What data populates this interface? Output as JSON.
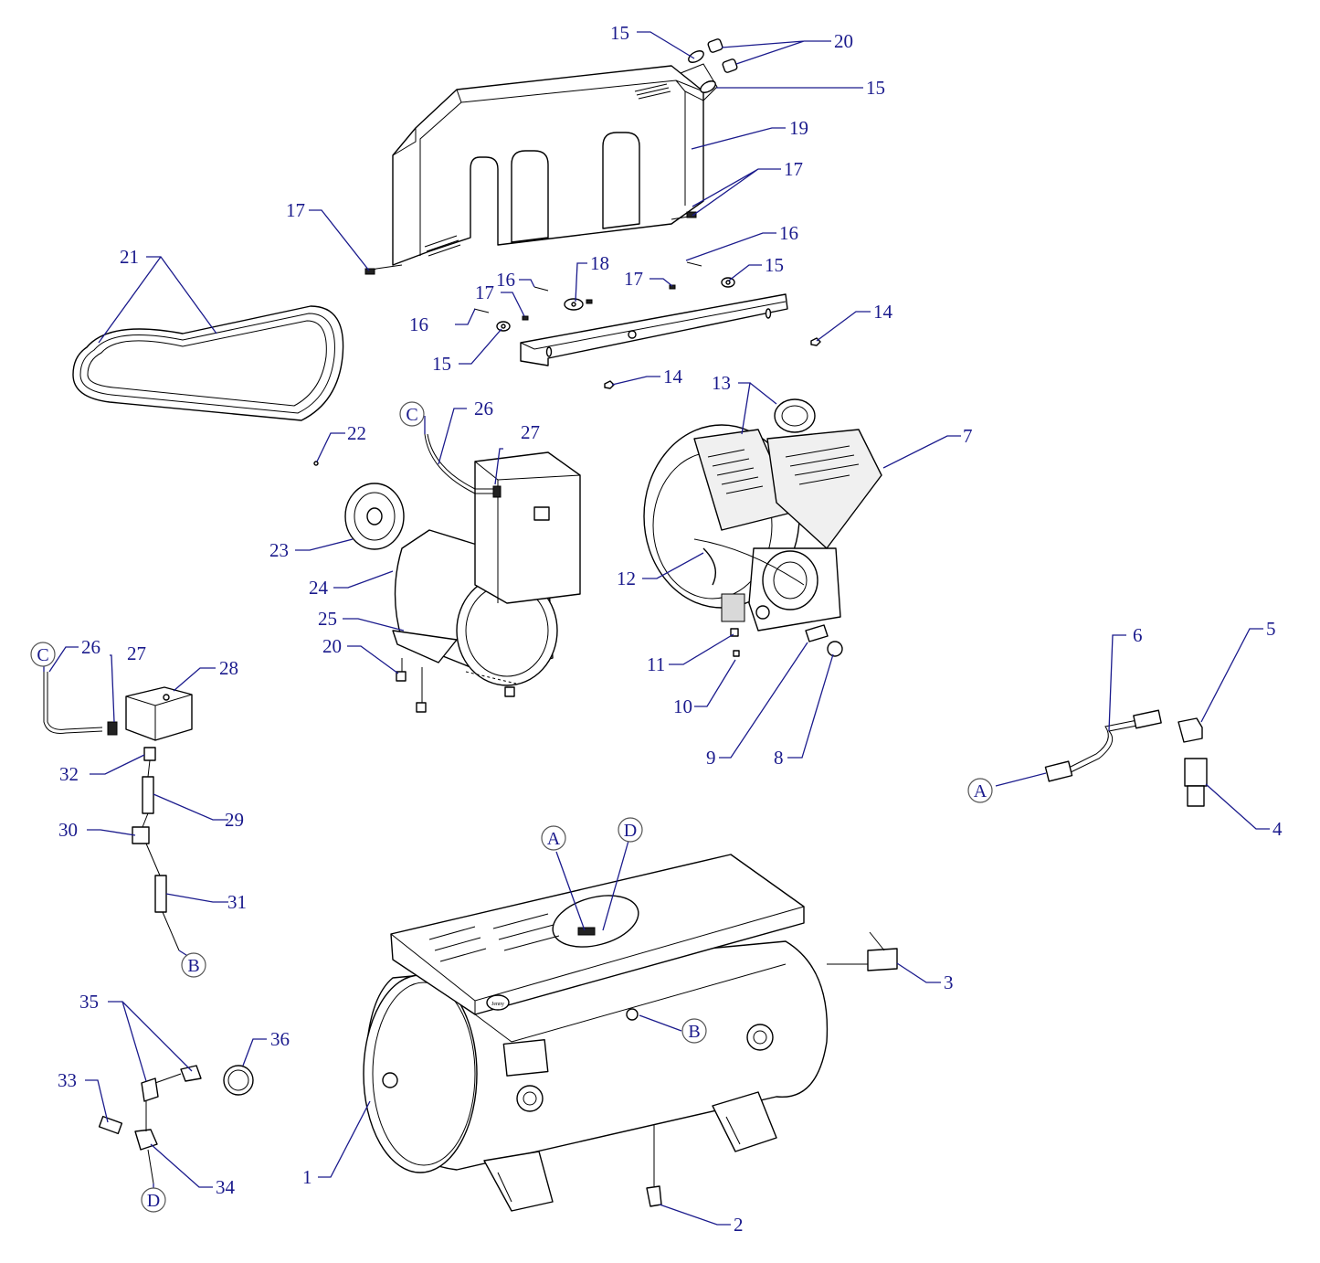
{
  "diagram": {
    "callouts": {
      "c1": "1",
      "c2": "2",
      "c3": "3",
      "c4": "4",
      "c5": "5",
      "c6": "6",
      "c7": "7",
      "c8": "8",
      "c9": "9",
      "c10": "10",
      "c11": "11",
      "c12": "12",
      "c13": "13",
      "c14a": "14",
      "c14b": "14",
      "c15a": "15",
      "c15b": "15",
      "c15c": "15",
      "c15d": "15",
      "c16a": "16",
      "c16b": "16",
      "c16c": "16",
      "c17a": "17",
      "c17b": "17",
      "c17c": "17",
      "c17d": "17",
      "c18": "18",
      "c19": "19",
      "c20a": "20",
      "c20b": "20",
      "c21": "21",
      "c22": "22",
      "c23": "23",
      "c24": "24",
      "c25": "25",
      "c26a": "26",
      "c26b": "26",
      "c27a": "27",
      "c27b": "27",
      "c28": "28",
      "c29": "29",
      "c30": "30",
      "c31": "31",
      "c32": "32",
      "c33": "33",
      "c34": "34",
      "c35": "35",
      "c36": "36"
    },
    "connectors": {
      "A_tank": "A",
      "D_tank": "D",
      "B_tank": "B",
      "A_tube": "A",
      "C_motor": "C",
      "C_switch": "C",
      "B_switch": "B",
      "D_gauge": "D"
    },
    "tank_logo": "Jenny"
  }
}
